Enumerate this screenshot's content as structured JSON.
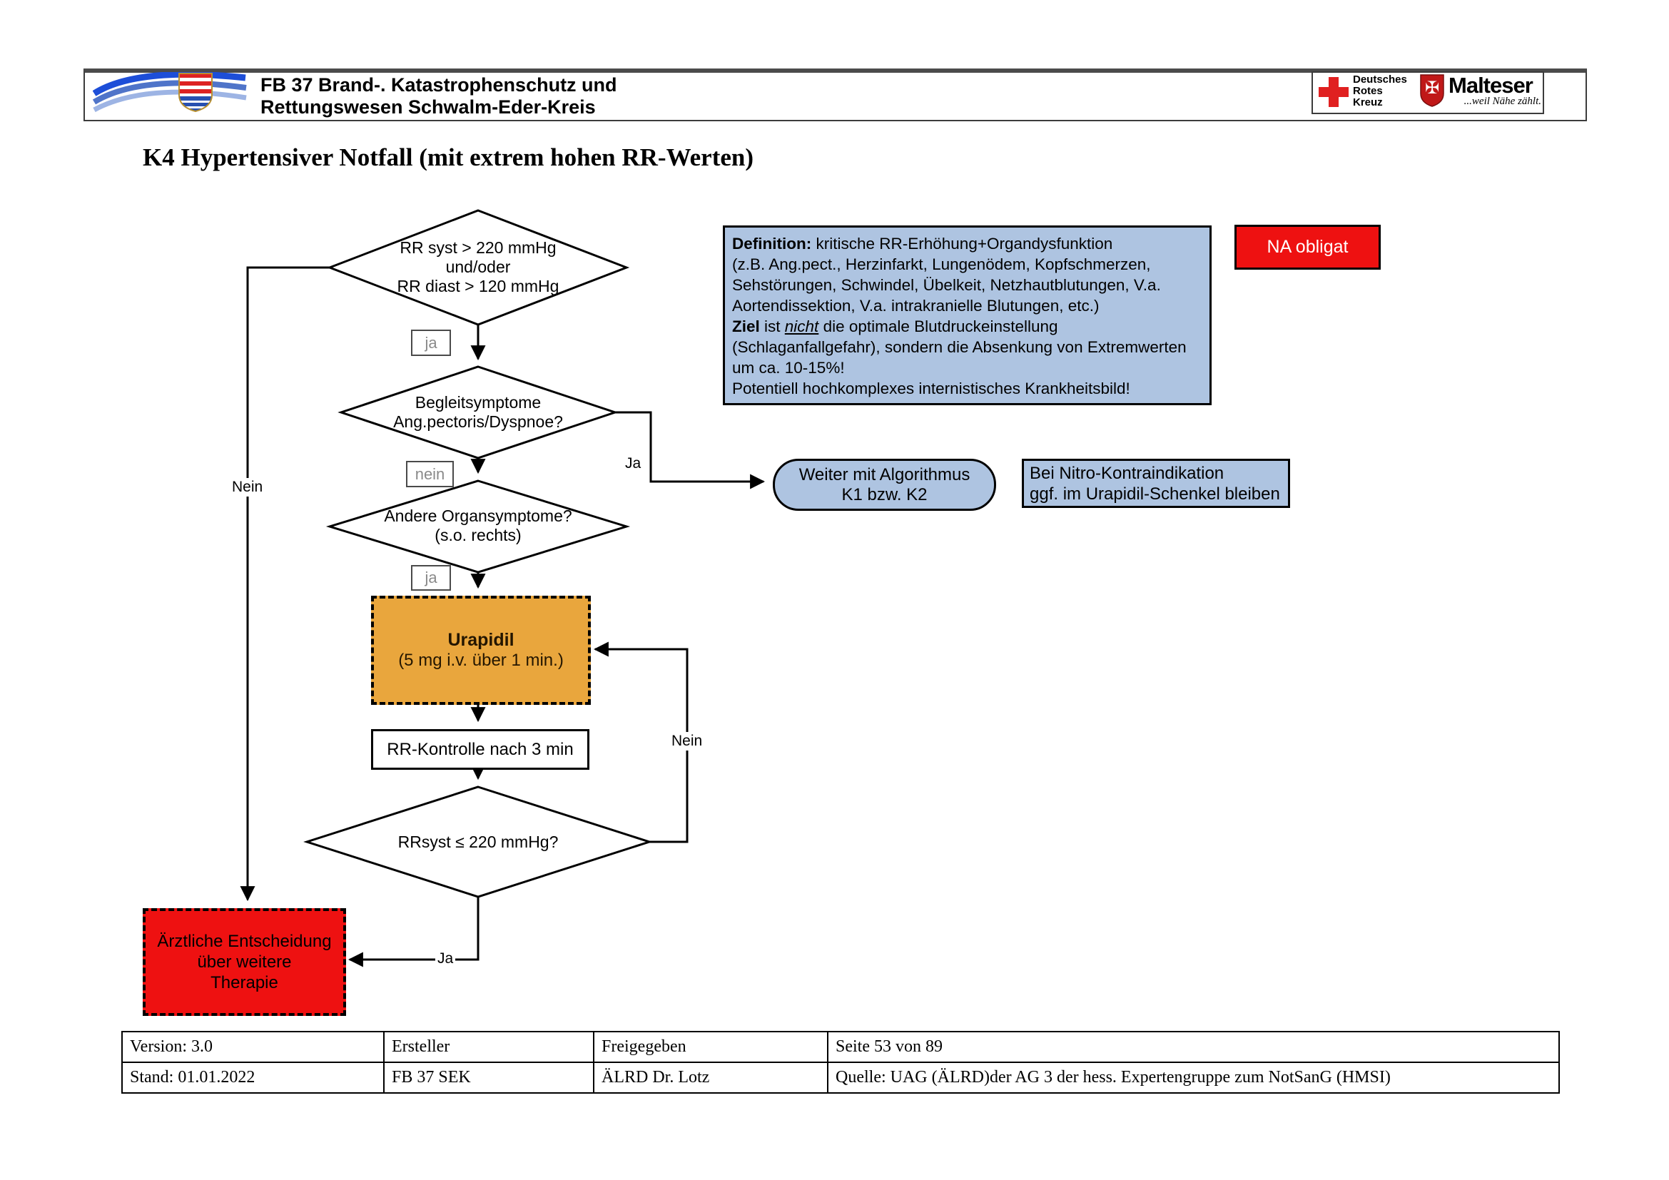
{
  "colors": {
    "light_blue": "#aec4e1",
    "orange": "#e9a63d",
    "red": "#ee1111"
  },
  "header": {
    "org_lines": "FB 37 Brand-. Katastrophenschutz und\nRettungswesen Schwalm-Eder-Kreis",
    "drk_label": "Deutsches\nRotes\nKreuz",
    "malteser_name": "Malteser",
    "malteser_tagline": "...weil Nähe zählt."
  },
  "title": "K4 Hypertensiver Notfall (mit extrem hohen RR-Werten)",
  "flow": {
    "d1": "RR syst > 220 mmHg\nund/oder\nRR diast > 120 mmHg",
    "d1_ja": "ja",
    "d2": "Begleitsymptome\nAng.pectoris/Dyspnoe?",
    "d2_nein": "nein",
    "d2_ja_label": "Ja",
    "d3": "Andere Organsymptome?\n(s.o. rechts)",
    "d3_ja": "ja",
    "urapidil_title": "Urapidil",
    "urapidil_sub": "(5 mg i.v. über 1 min.)",
    "rr_kontrolle": "RR-Kontrolle nach 3 min",
    "d4": "RRsyst ≤ 220 mmHg?",
    "nein_left": "Nein",
    "nein_feedback": "Nein",
    "ja_bottom": "Ja",
    "capsule": "Weiter mit Algorithmus\nK1 bzw. K2",
    "nitro": "Bei Nitro-Kontraindikation\nggf. im Urapidil-Schenkel bleiben",
    "na_obligat": "NA obligat",
    "decision": "Ärztliche Entscheidung\nüber weitere\nTherapie"
  },
  "definition": {
    "lines": [
      [
        {
          "b": true,
          "t": "Definition:"
        },
        {
          "t": " kritische RR-Erhöhung+Organdysfunktion"
        }
      ],
      [
        {
          "t": "(z.B. Ang.pect., Herzinfarkt, Lungenödem, Kopfschmerzen,"
        }
      ],
      [
        {
          "t": "Sehstörungen, Schwindel, Übelkeit, Netzhautblutungen, V.a."
        }
      ],
      [
        {
          "t": "Aortendissektion, V.a. intrakranielle Blutungen, etc.)"
        }
      ],
      [
        {
          "b": true,
          "t": "Ziel"
        },
        {
          "t": " ist "
        },
        {
          "iu": true,
          "t": "nicht"
        },
        {
          "t": " die optimale Blutdruckeinstellung"
        }
      ],
      [
        {
          "t": "(Schlaganfallgefahr), sondern die Absenkung von Extremwerten"
        }
      ],
      [
        {
          "t": "um ca. 10-15%!"
        }
      ],
      [
        {
          "t": "Potentiell hochkomplexes internistisches Krankheitsbild!"
        }
      ]
    ]
  },
  "footer": {
    "rows": [
      [
        "Version: 3.0",
        "Ersteller",
        "Freigegeben",
        "Seite 53 von 89"
      ],
      [
        "Stand: 01.01.2022",
        "FB 37 SEK",
        "ÄLRD Dr. Lotz",
        "Quelle: UAG (ÄLRD)der AG 3 der hess. Expertengruppe zum NotSanG (HMSI)"
      ]
    ]
  }
}
